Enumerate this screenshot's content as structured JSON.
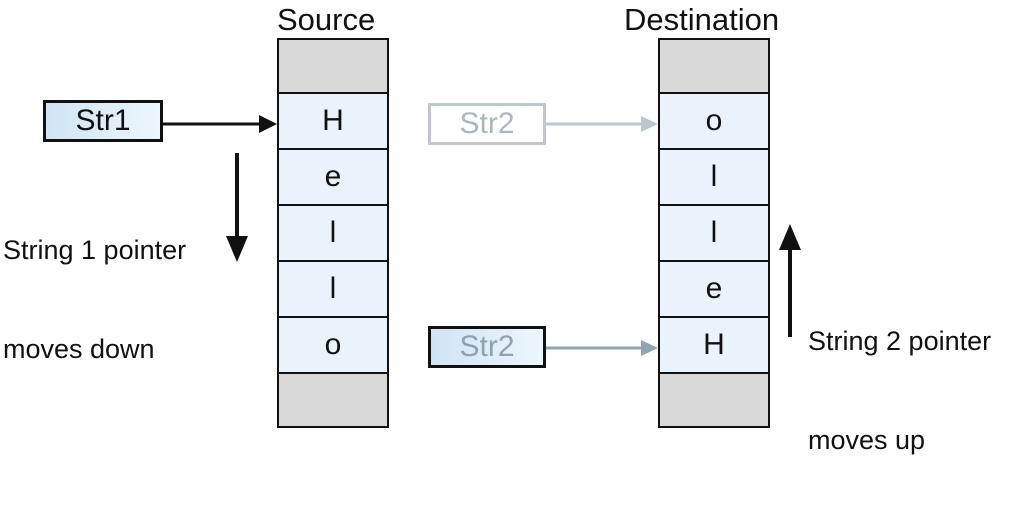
{
  "source": {
    "title": "Source",
    "cells": [
      "",
      "H",
      "e",
      "l",
      "l",
      "o",
      ""
    ]
  },
  "destination": {
    "title": "Destination",
    "cells": [
      "",
      "o",
      "l",
      "l",
      "e",
      "H",
      ""
    ]
  },
  "pointers": {
    "str1_label": "Str1",
    "str2_top_label": "Str2",
    "str2_bottom_label": "Str2"
  },
  "notes": {
    "string1_line1": "String 1 pointer",
    "string1_line2": "moves down",
    "string2_line1": "String 2 pointer",
    "string2_line2": "moves up"
  },
  "colors": {
    "cell_fill": "#eaf3fb",
    "empty_cell_fill": "#d9d9d9",
    "arrow_dark": "#111111",
    "arrow_light": "#bcc6cc",
    "arrow_mid": "#8ea4b1"
  }
}
